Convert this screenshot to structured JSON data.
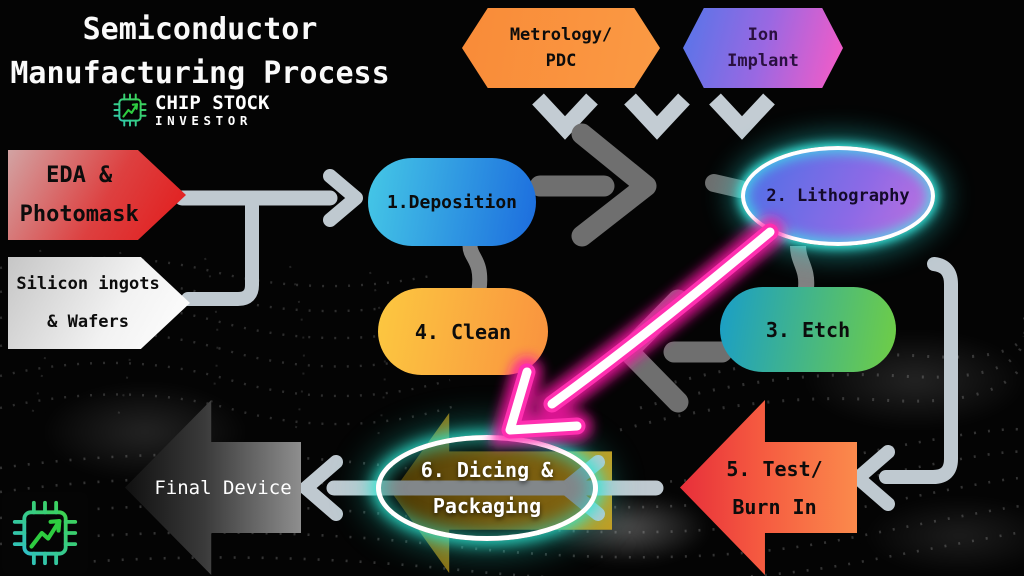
{
  "title": {
    "line1": "Semiconductor",
    "line2": "Manufacturing Process"
  },
  "brand": {
    "name": "CHIP STOCK",
    "sub": "INVESTOR"
  },
  "support_nodes": {
    "metrology": {
      "line1": "Metrology/",
      "line2": "PDC",
      "color": "#F9913D"
    },
    "ion_implant": {
      "line1": "Ion",
      "line2": "Implant",
      "color_start": "#5C74E8",
      "color_end": "#F05CC8"
    }
  },
  "input_nodes": {
    "eda_photomask": {
      "line1": "EDA &",
      "line2": "Photomask",
      "color_start": "#CD9C9C",
      "color_end": "#E31A1A"
    },
    "silicon_wafers": {
      "line1": "Silicon ingots",
      "line2": "& Wafers",
      "color_start": "#C6C6C6",
      "color_end": "#FFFFFF"
    }
  },
  "process_steps": {
    "deposition": {
      "label": "1.Deposition",
      "color_start": "#45C8E6",
      "color_end": "#1C6CDE"
    },
    "lithography": {
      "label": "2. Lithography",
      "color_start": "#5B6FE6",
      "color_end": "#B66FE0",
      "highlight": "#2DE6D7"
    },
    "etch": {
      "label": "3. Etch",
      "color_start": "#199EC8",
      "color_end": "#70CE44"
    },
    "clean": {
      "label": "4. Clean",
      "color_start": "#FCC840",
      "color_end": "#F9923F"
    },
    "test_burn_in": {
      "line1": "5. Test/",
      "line2": "Burn In",
      "color_start": "#E72F3A",
      "color_end": "#FB8A4C"
    },
    "dicing_packaging": {
      "line1": "6. Dicing &",
      "line2": "Packaging",
      "highlight": "#2DE6D7",
      "color": "#C79B1C"
    }
  },
  "output_node": {
    "final_device": {
      "label": "Final Device",
      "color_start": "#101010",
      "color_end": "#8E8E8E"
    }
  },
  "arrows": {
    "steel": "#BFC9D0",
    "dark": "#6F6F6F",
    "mid": "#828282",
    "pink": "#FF2FAE",
    "gold": "#C79B1C"
  }
}
